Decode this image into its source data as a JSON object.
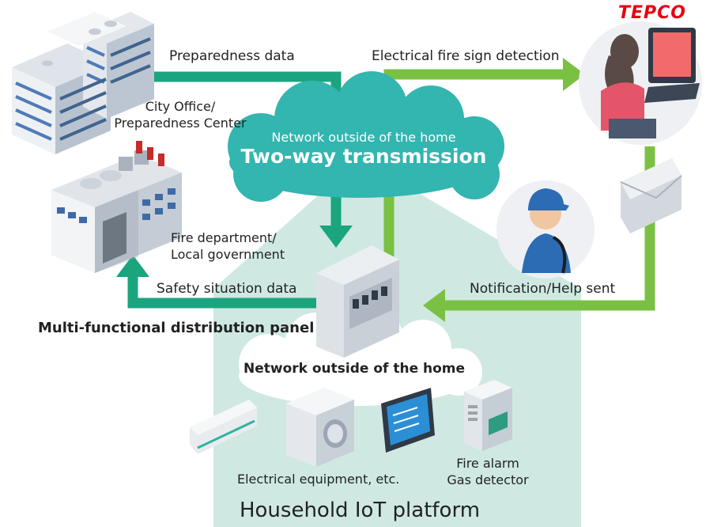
{
  "labels": {
    "preparedness_data": "Preparedness data",
    "electrical_fire_sign": "Electrical fire sign detection",
    "city_office_line1": "City Office/",
    "city_office_line2": "Preparedness Center",
    "network_outside_top": "Network outside of the home",
    "two_way": "Two-way transmission",
    "fire_dept_line1": "Fire department/",
    "fire_dept_line2": "Local government",
    "safety_situation": "Safety situation data",
    "notification": "Notification/Help sent",
    "multi_panel": "Multi-functional distribution panel",
    "network_outside_bottom": "Network outside of the home",
    "electrical_equipment": "Electrical equipment, etc.",
    "fire_alarm": "Fire alarm",
    "gas_detector": "Gas detector",
    "platform": "Household IoT platform",
    "tepco": "TEPCO"
  },
  "colors": {
    "arrow_dark_green": "#1aa57f",
    "arrow_light_green": "#7ac143",
    "cloud_teal": "#33b5b0",
    "house_mint": "#cfe9e2",
    "tepco_red": "#e60012"
  },
  "icons": [
    "office-building-icon",
    "factory-icon",
    "operator-icon",
    "worker-icon",
    "envelope-icon",
    "distribution-panel-icon",
    "air-conditioner-icon",
    "washing-machine-icon",
    "tablet-icon",
    "fire-alarm-icon"
  ]
}
